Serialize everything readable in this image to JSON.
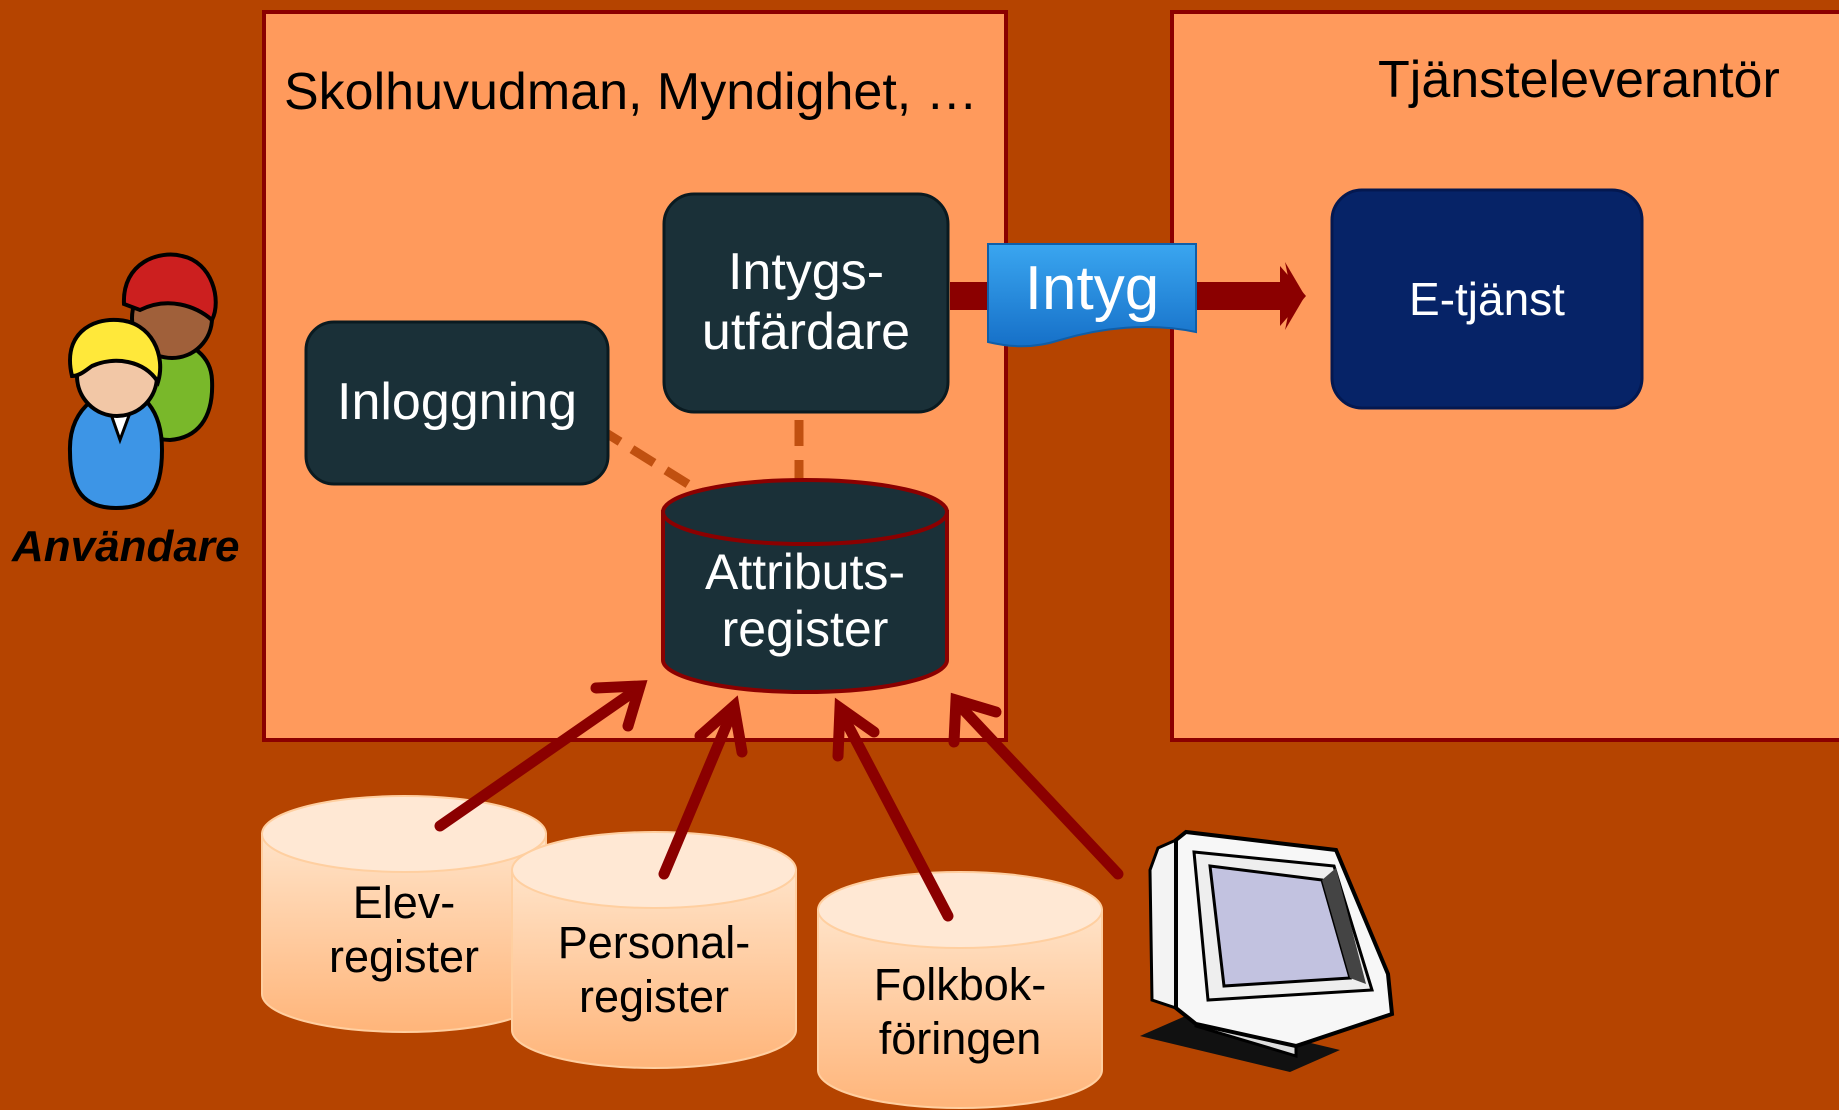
{
  "zones": {
    "left_title": "Skolhuvudman, Myndighet, …",
    "right_title": "Tjänsteleverantör"
  },
  "actors": {
    "user_label": "Användare"
  },
  "boxes": {
    "login": "Inloggning",
    "issuer_line1": "Intygs-",
    "issuer_line2": "utfärdare",
    "eservice": "E-tjänst"
  },
  "attribute_registry": {
    "line1": "Attributs-",
    "line2": "register"
  },
  "document": {
    "label": "Intyg"
  },
  "sources": [
    {
      "line1": "Elev-",
      "line2": "register"
    },
    {
      "line1": "Personal-",
      "line2": "register"
    },
    {
      "line1": "Folkbok-",
      "line2": "föringen"
    }
  ],
  "colors": {
    "background": "#b54400",
    "zone_fill": "#ff9a5c",
    "zone_border": "#8b0000",
    "dark_box": "#1a3038",
    "eservice_box": "#062367",
    "arrow": "#8b0000",
    "dashed_link": "#c05010",
    "document_blue": "#1f86d6"
  }
}
